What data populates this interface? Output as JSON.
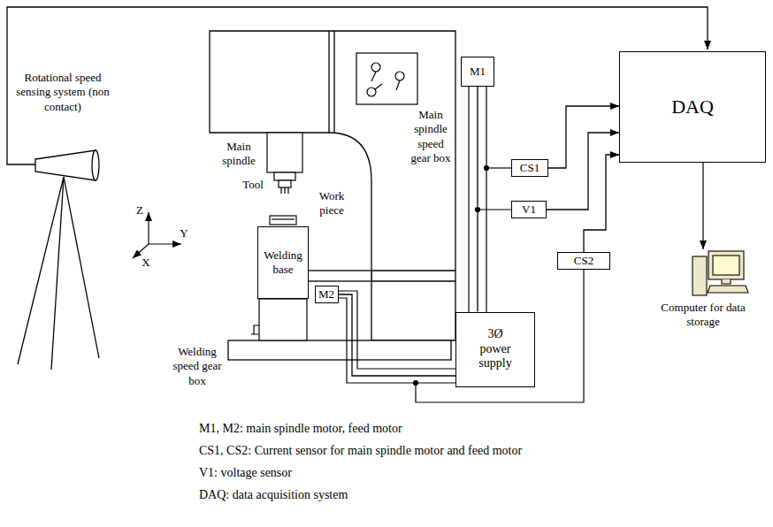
{
  "diagram": {
    "nodes": [
      {
        "text": [
          "M1"
        ]
      },
      {
        "text": [
          "DAQ"
        ]
      },
      {
        "text": [
          "CS1"
        ]
      },
      {
        "text": [
          "V1"
        ]
      },
      {
        "text": [
          "Welding base"
        ]
      },
      {
        "text": [
          "CS2"
        ]
      },
      {
        "text": [
          "M2"
        ]
      },
      {
        "text": [
          "3Ø power supply"
        ]
      }
    ],
    "edges": [
      {
        "from": 0,
        "to": 7,
        "arrow": "none"
      },
      {
        "from": 2,
        "to": 1,
        "arrow": "to"
      },
      {
        "from": 3,
        "to": 1,
        "arrow": "to"
      },
      {
        "from": 5,
        "to": 1,
        "arrow": "to"
      },
      {
        "from": 6,
        "to": 7,
        "arrow": "none"
      }
    ],
    "labels": [
      "Rotational speed sensing system (non contact)",
      "Main spindle",
      "Tool",
      "Work piece",
      "Main spindle speed gear box",
      "Z",
      "Y",
      "X",
      "Welding speed gear box",
      "Computer for data storage",
      "M1, M2: main spindle motor, feed motor",
      "CS1, CS2: Current sensor for main spindle motor and feed motor",
      "V1: voltage sensor",
      "DAQ: data acquisition system"
    ]
  }
}
